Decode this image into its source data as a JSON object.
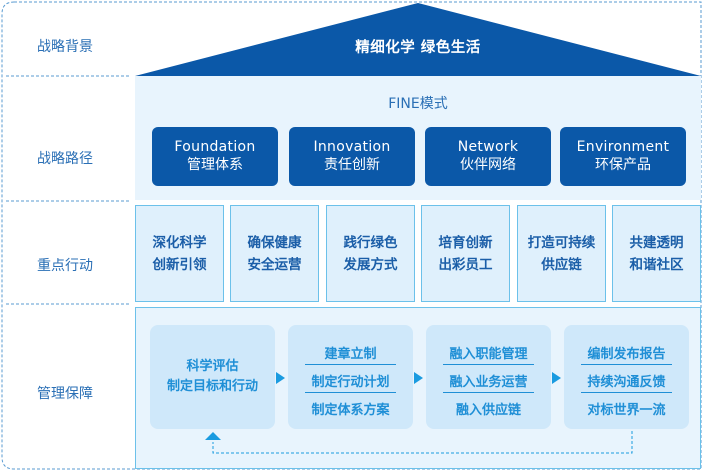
{
  "rows": [
    {
      "label": "战略背景"
    },
    {
      "label": "战略路径"
    },
    {
      "label": "重点行动"
    },
    {
      "label": "管理保障"
    }
  ],
  "roof": {
    "title": "精细化学  绿色生活"
  },
  "strategy_path": {
    "title": "FINE模式",
    "pillars": [
      {
        "en": "Foundation",
        "zh": "管理体系"
      },
      {
        "en": "Innovation",
        "zh": "责任创新"
      },
      {
        "en": "Network",
        "zh": "伙伴网络"
      },
      {
        "en": "Environment",
        "zh": "环保产品"
      }
    ]
  },
  "key_actions": [
    {
      "line1": "深化科学",
      "line2": "创新引领"
    },
    {
      "line1": "确保健康",
      "line2": "安全运营"
    },
    {
      "line1": "践行绿色",
      "line2": "发展方式"
    },
    {
      "line1": "培育创新",
      "line2": "出彩员工"
    },
    {
      "line1": "打造可持续",
      "line2": "供应链"
    },
    {
      "line1": "共建透明",
      "line2": "和谐社区"
    }
  ],
  "management": {
    "step1": {
      "line1": "科学评估",
      "line2": "制定目标和行动"
    },
    "step2": [
      "建章立制",
      "制定行动计划",
      "制定体系方案"
    ],
    "step3": [
      "融入职能管理",
      "融入业务运营",
      "融入供应链"
    ],
    "step4": [
      "编制发布报告",
      "持续沟通反馈",
      "对标世界一流"
    ]
  },
  "colors": {
    "primary_dark": "#0b58a8",
    "light_bg": "#e8f4fd",
    "box_bg": "#dff0fc",
    "accent": "#1a9be0",
    "label_text": "#2a6fb5"
  }
}
